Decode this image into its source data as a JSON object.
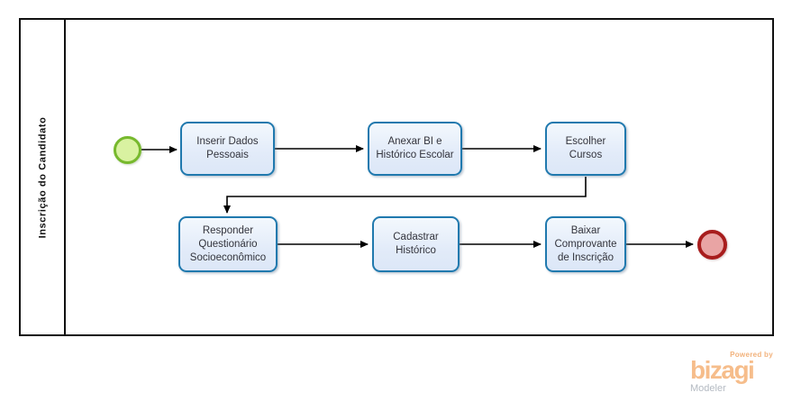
{
  "pool": {
    "lane_label": "Inscrição do Candidato"
  },
  "tasks": [
    {
      "id": "inserir-dados-pessoais",
      "label": "Inserir Dados\nPessoais"
    },
    {
      "id": "anexar-bi-historico-escolar",
      "label": "Anexar BI e\nHistórico Escolar"
    },
    {
      "id": "escolher-cursos",
      "label": "Escolher\nCursos"
    },
    {
      "id": "responder-questionario-socioeconomico",
      "label": "Responder\nQuestionário\nSocioeconômico"
    },
    {
      "id": "cadastrar-historico",
      "label": "Cadastrar\nHistórico"
    },
    {
      "id": "baixar-comprovante-inscricao",
      "label": "Baixar\nComprovante\nde Inscrição"
    }
  ],
  "events": [
    {
      "id": "start-event",
      "type": "start"
    },
    {
      "id": "end-event",
      "type": "end"
    }
  ],
  "flows": [
    {
      "from": "start-event",
      "to": "inserir-dados-pessoais"
    },
    {
      "from": "inserir-dados-pessoais",
      "to": "anexar-bi-historico-escolar"
    },
    {
      "from": "anexar-bi-historico-escolar",
      "to": "escolher-cursos"
    },
    {
      "from": "escolher-cursos",
      "to": "responder-questionario-socioeconomico"
    },
    {
      "from": "responder-questionario-socioeconomico",
      "to": "cadastrar-historico"
    },
    {
      "from": "cadastrar-historico",
      "to": "baixar-comprovante-inscricao"
    },
    {
      "from": "baixar-comprovante-inscricao",
      "to": "end-event"
    }
  ],
  "branding": {
    "powered_by": "Powered by",
    "name": "bizagi",
    "product": "Modeler"
  },
  "colors": {
    "task_border": "#2079ae",
    "task_fill": "#e6eefb",
    "start_border": "#77b92d",
    "start_fill": "#d9f2a1",
    "end_border": "#a81d1d",
    "end_fill": "#e9a4a4",
    "logo_orange": "#f6bd8b",
    "modeler_gray": "#b4bac2",
    "connector": "#000000"
  }
}
